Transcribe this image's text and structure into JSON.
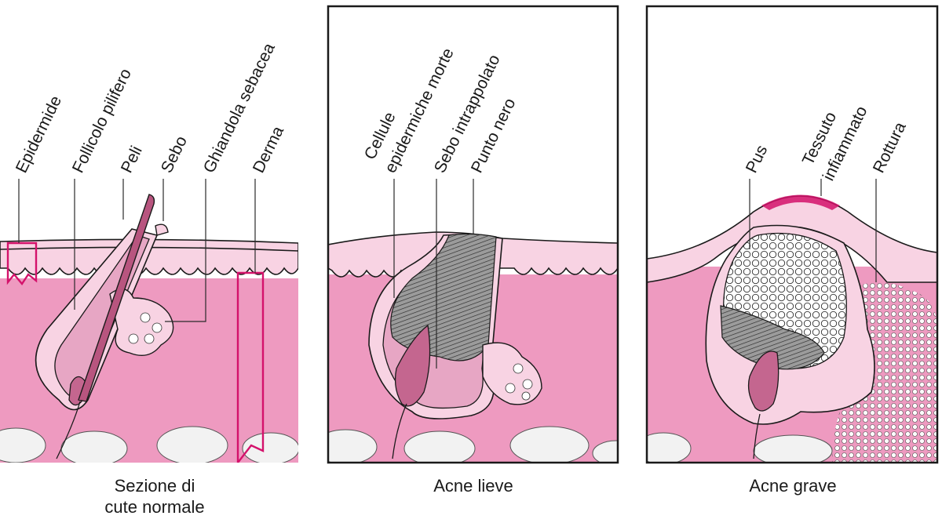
{
  "panels": [
    {
      "caption": [
        "Sezione di",
        "cute normale"
      ],
      "labels": [
        "Epidermide",
        "Follicolo pilifero",
        "Peli",
        "Sebo",
        "Ghiandola sebacea",
        "Derma"
      ]
    },
    {
      "caption": [
        "Acne lieve"
      ],
      "labels": [
        "Cellule",
        "epidermiche morte",
        "Sebo intrappolato",
        "Punto nero"
      ]
    },
    {
      "caption": [
        "Acne grave"
      ],
      "labels": [
        "Pus",
        "Tessuto",
        "infiammato",
        "Rottura"
      ]
    }
  ],
  "colors": {
    "dermis": "#ee9ac0",
    "epidermis": "#f8d3e3",
    "highlight": "#d4126b",
    "sebum": "#8d8d8d"
  }
}
